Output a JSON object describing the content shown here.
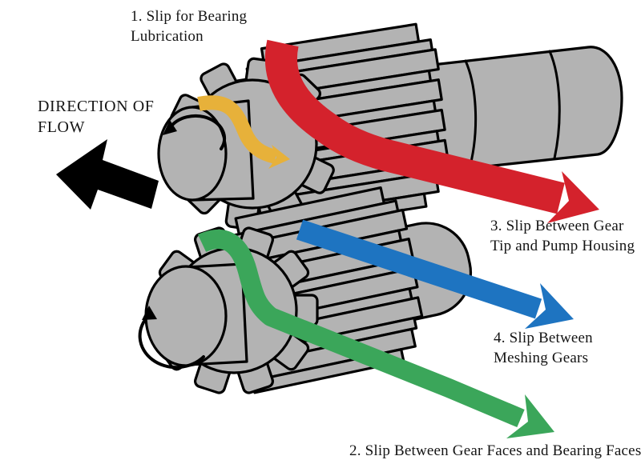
{
  "figure": {
    "type": "technical-diagram",
    "subject": "External gear pump slip paths"
  },
  "labels": {
    "direction_of_flow": "DIRECTION OF FLOW",
    "slip1": "1. Slip for Bearing Lubrication",
    "slip2": "2. Slip Between Gear Faces and Bearing Faces",
    "slip3": "3. Slip Between Gear Tip and Pump Housing",
    "slip4": "4. Slip Between Meshing Gears"
  },
  "slip_paths": [
    {
      "id": 1,
      "color_name": "yellow",
      "meaning": "Slip for Bearing Lubrication"
    },
    {
      "id": 2,
      "color_name": "green",
      "meaning": "Slip Between Gear Faces and Bearing Faces"
    },
    {
      "id": 3,
      "color_name": "red",
      "meaning": "Slip Between Gear Tip and Pump Housing"
    },
    {
      "id": 4,
      "color_name": "blue",
      "meaning": "Slip Between Meshing Gears"
    }
  ],
  "colors": {
    "red": "#d4222c",
    "yellow": "#e7b13a",
    "blue": "#1e74c1",
    "green": "#3ba65a",
    "metal": "#b3b3b3",
    "outline": "#000000",
    "flow_arrow": "#000000",
    "text": "#151515",
    "background": "#ffffff"
  }
}
